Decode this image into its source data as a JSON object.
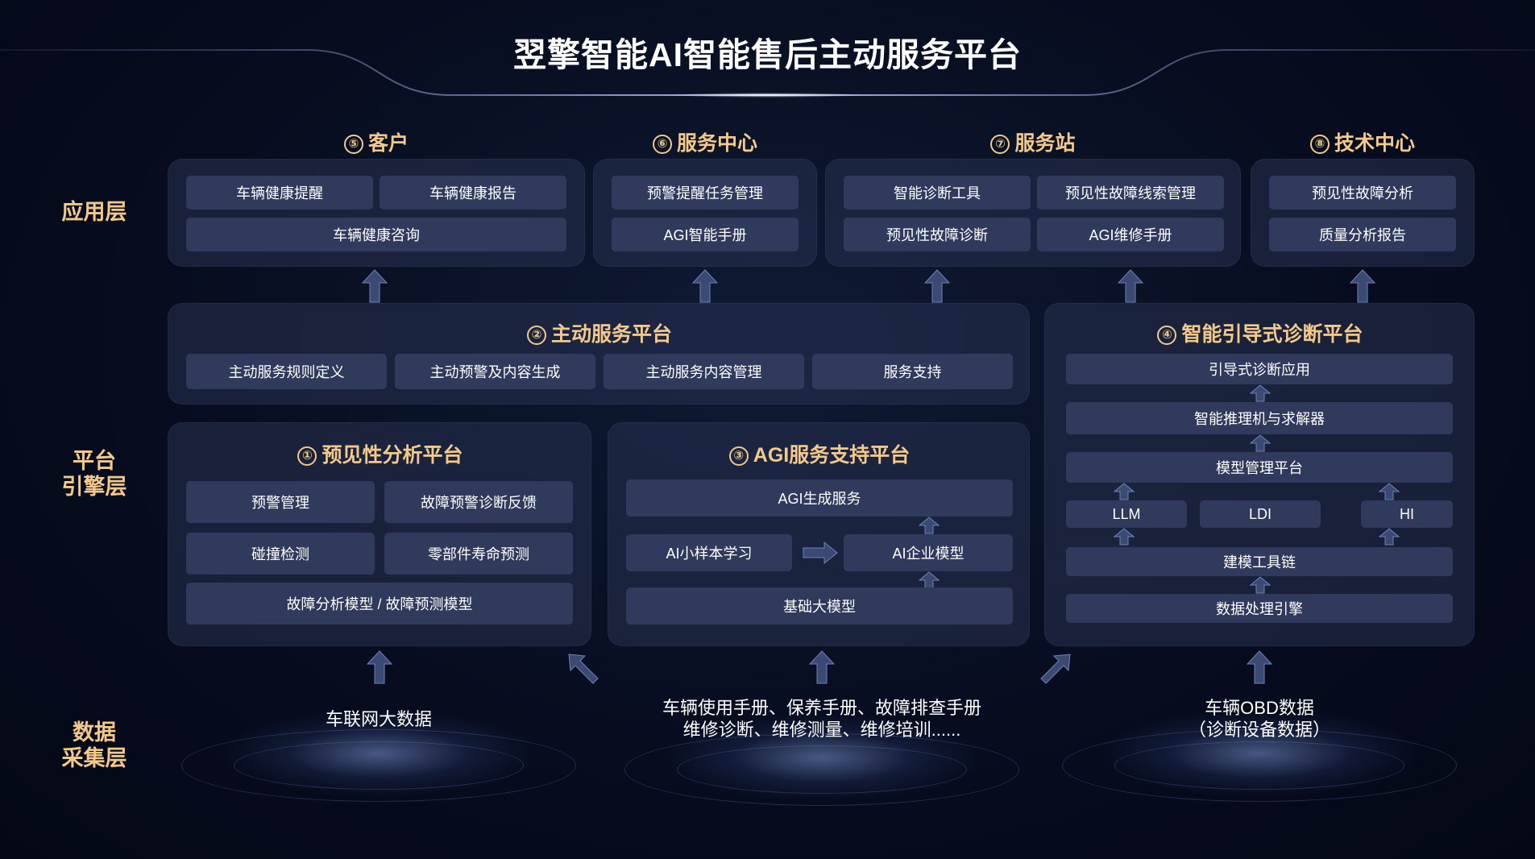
{
  "title": "翌擎智能AI智能售后主动服务平台",
  "layers": {
    "app": "应用层",
    "platform_line1": "平台",
    "platform_line2": "引擎层",
    "data_line1": "数据",
    "data_line2": "采集层"
  },
  "sections": {
    "customer": {
      "num": "⑤",
      "title": "客户",
      "items": [
        "车辆健康提醒",
        "车辆健康报告",
        "车辆健康咨询"
      ]
    },
    "service_center": {
      "num": "⑥",
      "title": "服务中心",
      "items": [
        "预警提醒任务管理",
        "AGI智能手册"
      ]
    },
    "service_station": {
      "num": "⑦",
      "title": "服务站",
      "items": [
        "智能诊断工具",
        "预见性故障线索管理",
        "预见性故障诊断",
        "AGI维修手册"
      ]
    },
    "tech_center": {
      "num": "⑧",
      "title": "技术中心",
      "items": [
        "预见性故障分析",
        "质量分析报告"
      ]
    },
    "active_service": {
      "num": "②",
      "title": "主动服务平台",
      "items": [
        "主动服务规则定义",
        "主动预警及内容生成",
        "主动服务内容管理",
        "服务支持"
      ]
    },
    "predictive": {
      "num": "①",
      "title": "预见性分析平台",
      "items": [
        "预警管理",
        "故障预警诊断反馈",
        "碰撞检测",
        "零部件寿命预测",
        "故障分析模型 / 故障预测模型"
      ]
    },
    "agi_support": {
      "num": "③",
      "title": "AGI服务支持平台",
      "items": [
        "AGI生成服务",
        "AI小样本学习",
        "AI企业模型",
        "基础大模型"
      ]
    },
    "guided_diag": {
      "num": "④",
      "title": "智能引导式诊断平台",
      "items": [
        "引导式诊断应用",
        "智能推理机与求解器",
        "模型管理平台",
        "LLM",
        "LDI",
        "HI",
        "建模工具链",
        "数据处理引擎"
      ]
    }
  },
  "data_sources": {
    "iov": "车联网大数据",
    "manuals_line1": "车辆使用手册、保养手册、故障排查手册",
    "manuals_line2": "维修诊断、维修测量、维修培训......",
    "obd_line1": "车辆OBD数据",
    "obd_line2": "（诊断设备数据）"
  },
  "colors": {
    "accent": "#f2c98a",
    "cell": "#2f3a5c",
    "panel": "#283250",
    "background": "#070d1f"
  }
}
